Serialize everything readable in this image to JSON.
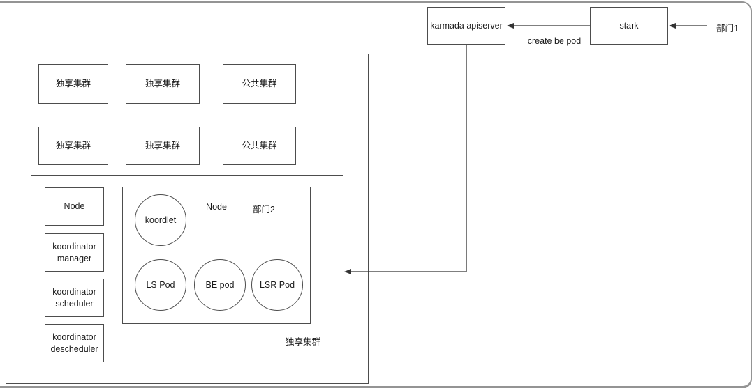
{
  "flow": {
    "karmada": "karmada apiserver",
    "stark": "stark",
    "dept1": "部门1",
    "create_be_pod": "create be pod"
  },
  "cluster_grid": {
    "row1": [
      "独享集群",
      "独享集群",
      "公共集群"
    ],
    "row2": [
      "独享集群",
      "独享集群",
      "公共集群"
    ]
  },
  "dedicated": {
    "label": "独享集群",
    "components": [
      "Node",
      "koordinator manager",
      "koordinator scheduler",
      "koordinator descheduler"
    ],
    "node": {
      "title": "Node",
      "dept2": "部门2",
      "pods": [
        "koordlet",
        "LS Pod",
        "BE pod",
        "LSR Pod"
      ]
    }
  },
  "colors": {
    "shape_stroke": "#4d4d4d",
    "arrow": "#333333",
    "frame": "#949494",
    "background": "#ffffff"
  }
}
